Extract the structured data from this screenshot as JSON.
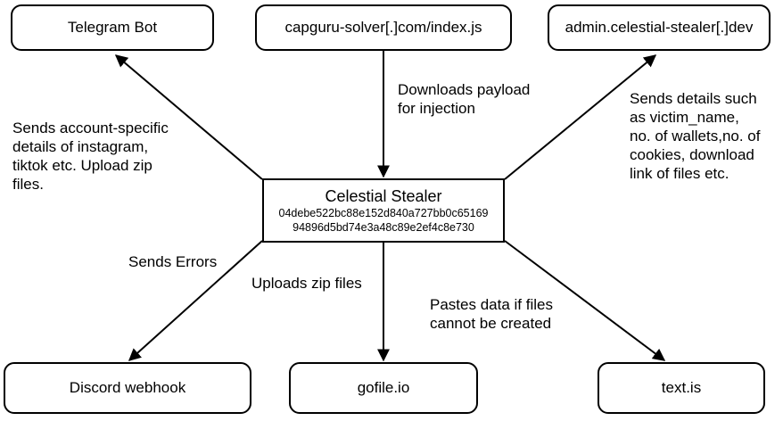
{
  "nodes": {
    "telegram": "Telegram Bot",
    "capguru": "capguru-solver[.]com/index.js",
    "admin": "admin.celestial-stealer[.]dev",
    "center_title": "Celestial Stealer",
    "center_hash_1": "04debe522bc88e152d840a727bb0c65169",
    "center_hash_2": "94896d5bd74e3a48c89e2ef4c8e730",
    "discord": "Discord webhook",
    "gofile": "gofile.io",
    "textis": "text.is"
  },
  "edges": {
    "telegram": "Sends account-specific\ndetails of instagram,\ntiktok etc. Upload zip\nfiles.",
    "capguru": "Downloads payload\nfor injection",
    "admin": "Sends details such\nas victim_name,\nno. of wallets,no. of\ncookies, download\nlink of files etc.",
    "discord": "Sends Errors",
    "gofile": "Uploads zip files",
    "textis": "Pastes data if files\ncannot be created"
  }
}
